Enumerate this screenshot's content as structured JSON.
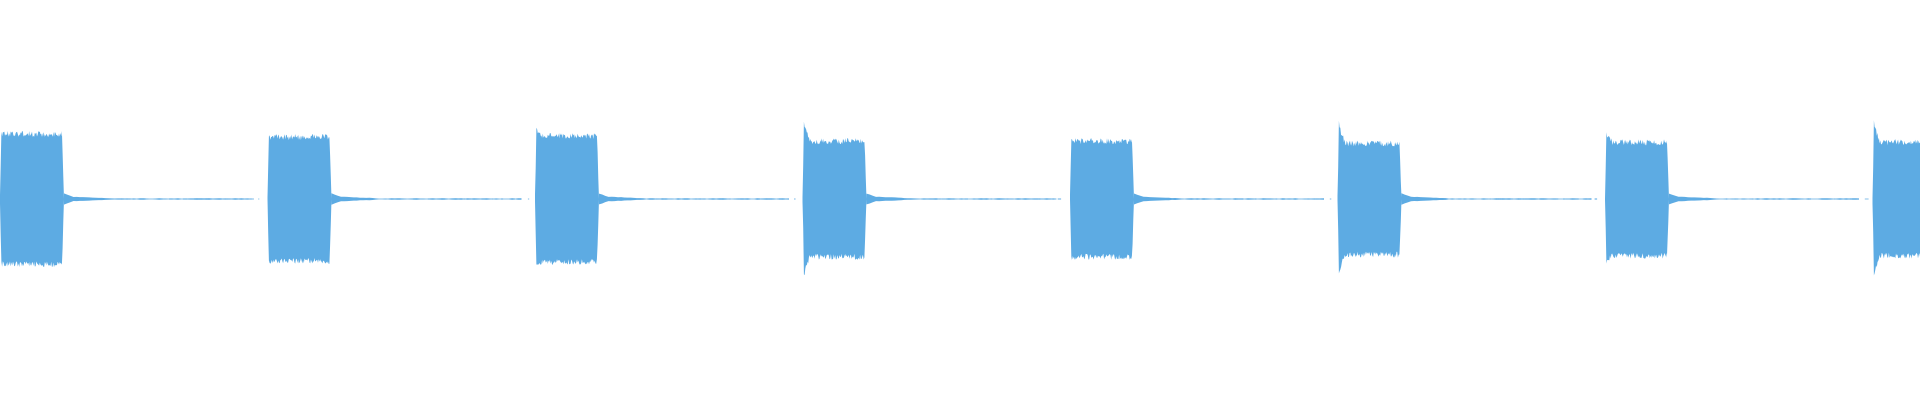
{
  "waveform": {
    "color": "#5dabe3",
    "background": "#ffffff",
    "bursts": [
      {
        "level": 0.62,
        "attack": 0.62
      },
      {
        "level": 0.59,
        "attack": 0.59
      },
      {
        "level": 0.6,
        "attack": 0.66
      },
      {
        "level": 0.55,
        "attack": 0.76
      },
      {
        "level": 0.55,
        "attack": 0.57
      },
      {
        "level": 0.53,
        "attack": 0.76
      },
      {
        "level": 0.54,
        "attack": 0.62
      },
      {
        "level": 0.54,
        "attack": 0.78
      }
    ]
  }
}
